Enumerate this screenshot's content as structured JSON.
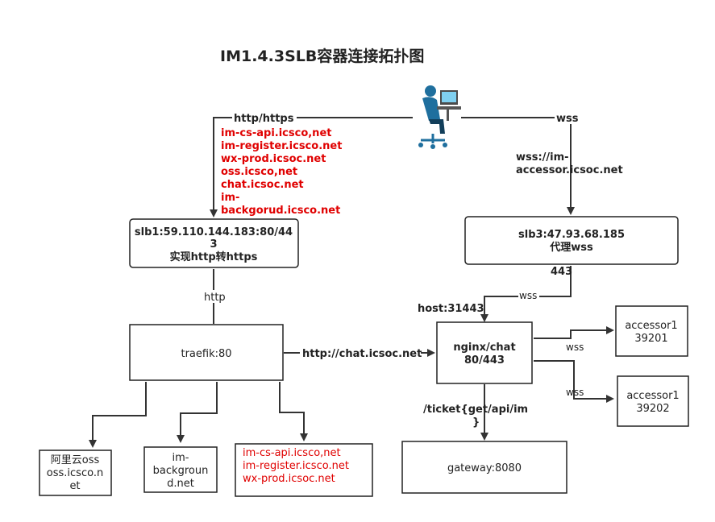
{
  "title": "IM1.4.3SLB容器连接拓扑图",
  "colors": {
    "line": "#333333",
    "red_text": "#e00000",
    "user_icon": "#1f6f9e"
  },
  "icons": {
    "user": "computer-user-icon"
  },
  "labels": {
    "http_https": "http/https",
    "red_domains": [
      "im-cs-api.icsco,net",
      "im-register.icsco.net",
      "wx-prod.icsoc.net",
      "oss.icsco,net",
      "chat.icsoc.net",
      "im-",
      "backgorud.icsco.net"
    ],
    "wss_top": "wss",
    "wss_domain": [
      "wss://im-",
      "accessor.icsoc.net"
    ],
    "port_443": "443",
    "wss_mid": "wss",
    "host_port": "host:31443",
    "http": "http",
    "http_chat": "http://chat.icsoc.net",
    "wss_right1": "wss",
    "wss_right2": "wss",
    "ticket": [
      "/ticket{get/api/im",
      "}"
    ]
  },
  "nodes": {
    "slb1": [
      "slb1:59.110.144.183:80/44",
      "3",
      "实现http转https"
    ],
    "slb3": [
      "slb3:47.93.68.185",
      "代理wss"
    ],
    "traefik": [
      "traefik:80"
    ],
    "nginx": [
      "nginx/chat",
      "80/443"
    ],
    "accessor1": [
      "accessor1",
      "39201"
    ],
    "accessor2": [
      "accessor1",
      "39202"
    ],
    "oss": [
      "阿里云oss",
      "oss.icsco.n",
      "et"
    ],
    "background": [
      "im-",
      "backgroun",
      "d.net"
    ],
    "services": [
      "im-cs-api.icsco,net",
      "im-register.icsco.net",
      "wx-prod.icsoc.net"
    ],
    "gateway": [
      "gateway:8080"
    ]
  }
}
